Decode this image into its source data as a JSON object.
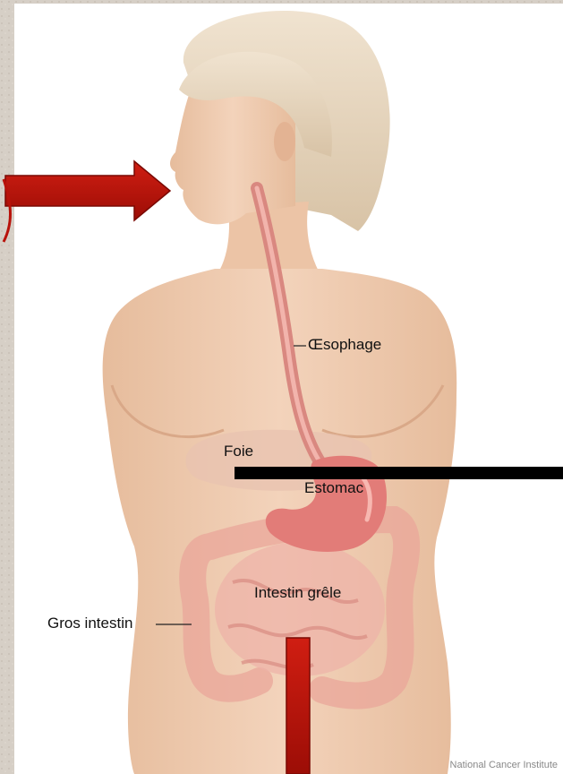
{
  "labels": {
    "esophagus": "Œsophage",
    "liver": "Foie",
    "stomach": "Estomac",
    "small_intestine": "Intestin grêle",
    "large_intestine": "Gros intestin"
  },
  "credit": "National Cancer Institute",
  "colors": {
    "background": "#d9d2c9",
    "skin": "#eec9ad",
    "hair": "#e7d7bf",
    "organ": "#e58b85",
    "arrow": "#b8120a",
    "bar": "#000000"
  }
}
